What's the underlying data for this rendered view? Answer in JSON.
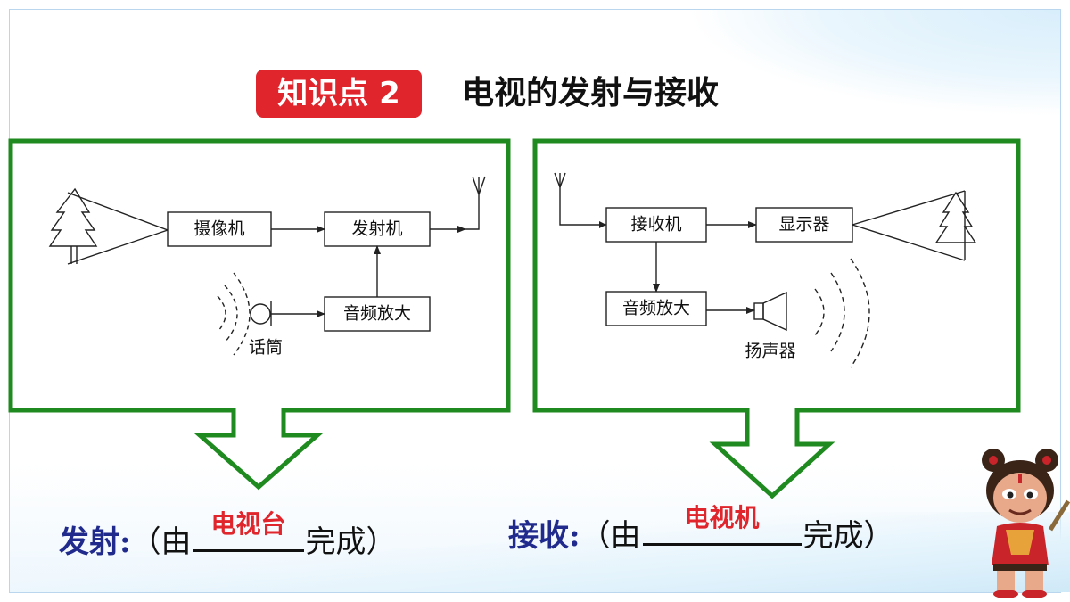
{
  "header": {
    "badge": "知识点 2",
    "title": "电视的发射与接收"
  },
  "transmit_diagram": {
    "camera": "摄像机",
    "transmitter": "发射机",
    "audio_amp": "音频放大",
    "microphone": "话筒"
  },
  "receive_diagram": {
    "receiver": "接收机",
    "display": "显示器",
    "audio_amp": "音频放大",
    "speaker": "扬声器"
  },
  "captions": {
    "transmit": {
      "keyword": "发射",
      "colon": ":",
      "prefix": "（由",
      "answer": "电视台",
      "suffix": "完成）"
    },
    "receive": {
      "keyword": "接收",
      "colon": ":",
      "prefix": "（由",
      "answer": "电视机",
      "suffix": "完成）"
    }
  },
  "colors": {
    "accent_red": "#e0262c",
    "frame_green": "#1f8a1f",
    "keyword_blue": "#1f2a8c"
  }
}
